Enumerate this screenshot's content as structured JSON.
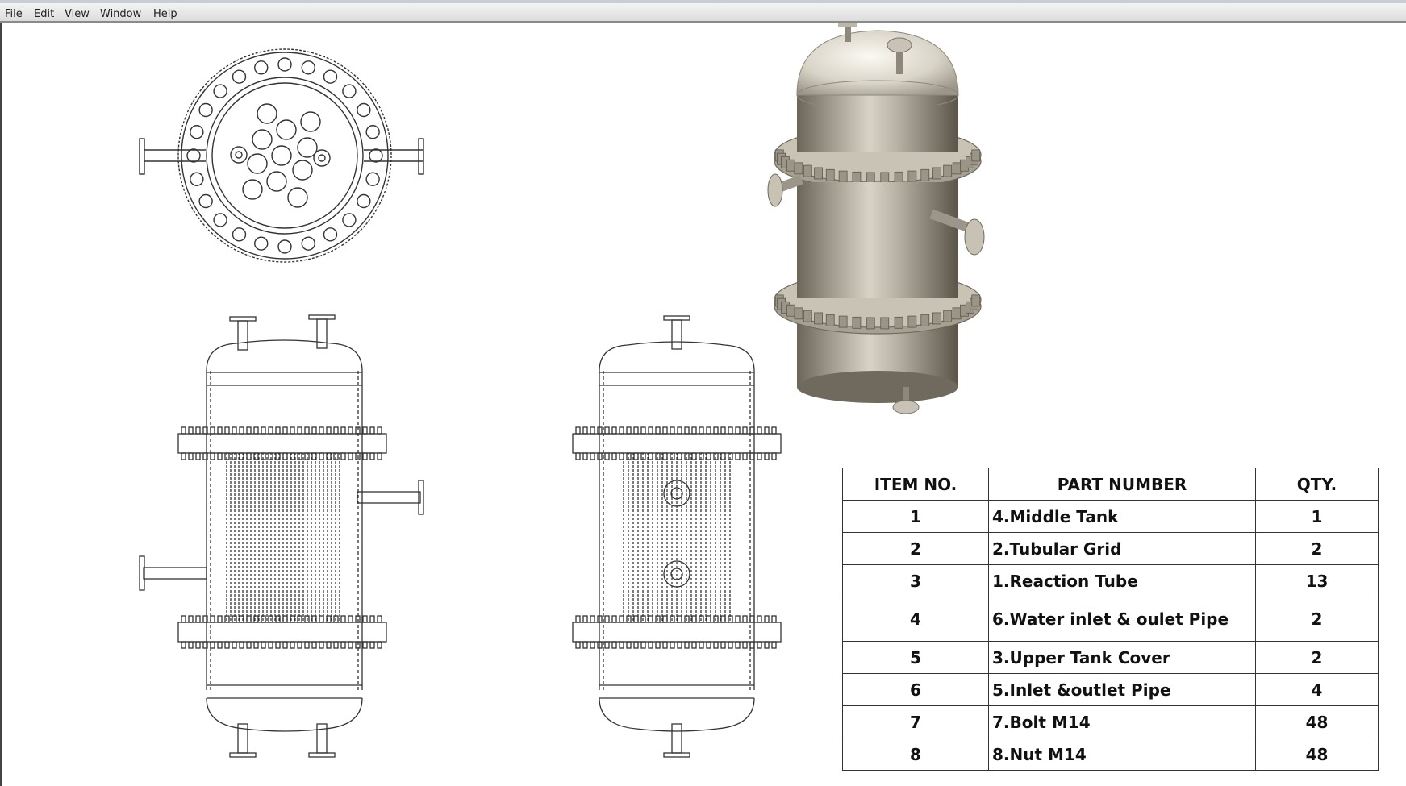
{
  "menu": [
    "File",
    "Edit",
    "View",
    "Window",
    "Help"
  ],
  "bom": {
    "headers": [
      "ITEM NO.",
      "PART NUMBER",
      "QTY."
    ],
    "rows": [
      {
        "item": "1",
        "part": "4.Middle Tank",
        "qty": "1"
      },
      {
        "item": "2",
        "part": "2.Tubular Grid",
        "qty": "2"
      },
      {
        "item": "3",
        "part": "1.Reaction Tube",
        "qty": "13"
      },
      {
        "item": "4",
        "part": "6.Water inlet & oulet Pipe",
        "qty": "2"
      },
      {
        "item": "5",
        "part": "3.Upper Tank Cover",
        "qty": "2"
      },
      {
        "item": "6",
        "part": "5.Inlet &outlet Pipe",
        "qty": "4"
      },
      {
        "item": "7",
        "part": "7.Bolt M14",
        "qty": "48"
      },
      {
        "item": "8",
        "part": "8.Nut M14",
        "qty": "48"
      }
    ]
  }
}
